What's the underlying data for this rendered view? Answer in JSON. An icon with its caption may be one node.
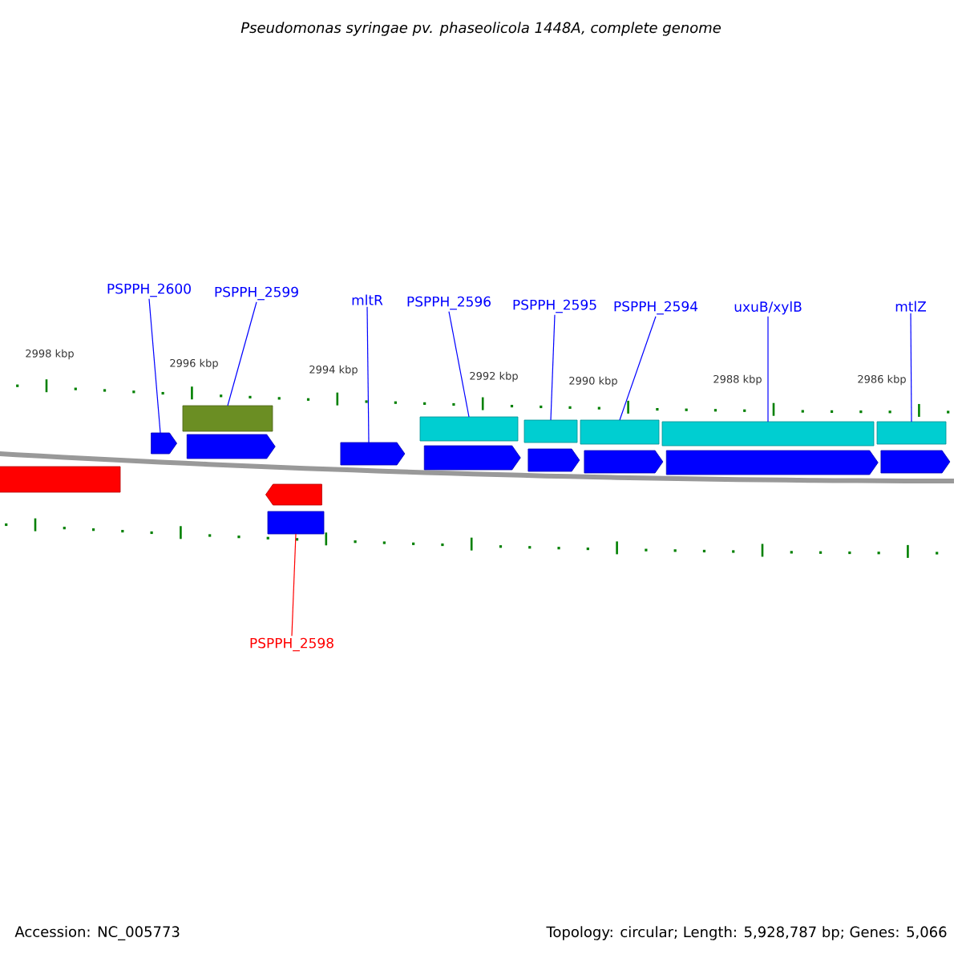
{
  "diagram": {
    "title": "Pseudomonas syringae pv. phaseolicola 1448A, complete genome",
    "nodes": [
      {
        "text": [
          "PSPPH_2600"
        ]
      },
      {
        "text": [
          "PSPPH_2599"
        ]
      },
      {
        "text": [
          "mltR"
        ]
      },
      {
        "text": [
          "PSPPH_2596"
        ]
      },
      {
        "text": [
          "PSPPH_2595"
        ]
      },
      {
        "text": [
          "PSPPH_2594"
        ]
      },
      {
        "text": [
          "uxuB/xylB"
        ]
      },
      {
        "text": [
          "mtlZ"
        ]
      },
      {
        "text": [],
        "shape": "bar"
      },
      {
        "text": [],
        "shape": "pentagon"
      },
      {
        "text": [],
        "shape": "bar"
      },
      {
        "text": [],
        "shape": "pentagon"
      },
      {
        "text": [],
        "shape": "pentagon"
      },
      {
        "text": [],
        "shape": "bar"
      },
      {
        "text": [],
        "shape": "bar"
      },
      {
        "text": [],
        "shape": "bar"
      },
      {
        "text": [],
        "shape": "bar"
      },
      {
        "text": [],
        "shape": "bar"
      },
      {
        "text": [],
        "shape": "pentagon"
      },
      {
        "text": [],
        "shape": "pentagon"
      },
      {
        "text": [],
        "shape": "pentagon"
      },
      {
        "text": [],
        "shape": "pentagon"
      },
      {
        "text": [],
        "shape": "pentagon"
      },
      {
        "text": [],
        "shape": "pentagon"
      },
      {
        "text": [],
        "shape": "bar"
      },
      {
        "text": [
          "PSPPH_2598"
        ]
      }
    ],
    "edges": [
      {
        "from": 0,
        "to": 9,
        "arrow": "none"
      },
      {
        "from": 1,
        "to": 10,
        "arrow": "none"
      },
      {
        "from": 2,
        "to": 12,
        "arrow": "none"
      },
      {
        "from": 3,
        "to": 13,
        "arrow": "none"
      },
      {
        "from": 4,
        "to": 14,
        "arrow": "none"
      },
      {
        "from": 5,
        "to": 15,
        "arrow": "none"
      },
      {
        "from": 6,
        "to": 16,
        "arrow": "none"
      },
      {
        "from": 7,
        "to": 17,
        "arrow": "none"
      },
      {
        "from": 25,
        "to": 24,
        "arrow": "none",
        "color": "#ff0000"
      }
    ],
    "labels": [
      "2998 kbp",
      "2996 kbp",
      "2994 kbp",
      "2992 kbp",
      "2990 kbp",
      "2988 kbp",
      "2986 kbp",
      "Accession: NC_005773",
      "Topology: circular; Length: 5,928,787 bp; Genes: 5,066"
    ]
  }
}
